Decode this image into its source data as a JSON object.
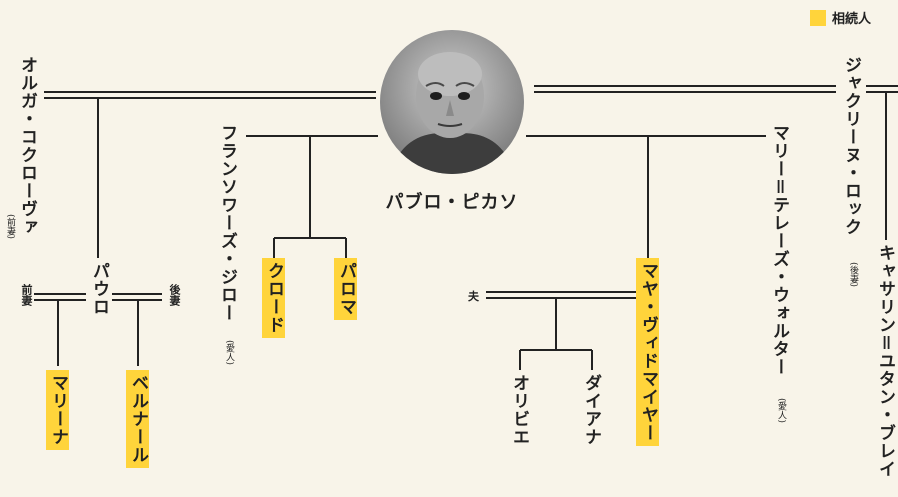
{
  "legend": {
    "label": "相続人",
    "color": "#ffd43b"
  },
  "center": {
    "name": "パブロ・ピカソ",
    "photo": "portrait-photo"
  },
  "people": {
    "olga": {
      "name": "オルガ・コクローヴァ",
      "note": "(前妻)"
    },
    "paulo": {
      "name": "パウロ"
    },
    "paulo_ex": {
      "tag": "前妻"
    },
    "paulo_later": {
      "tag": "後妻"
    },
    "marina": {
      "name": "マリーナ",
      "heir": true
    },
    "bernard": {
      "name": "ベルナール",
      "heir": true
    },
    "francoise": {
      "name": "フランソワーズ・ジロー",
      "note": "(愛人)"
    },
    "claude": {
      "name": "クロード",
      "heir": true
    },
    "paloma": {
      "name": "パロマ",
      "heir": true
    },
    "maya_husband": {
      "tag": "夫"
    },
    "olivier": {
      "name": "オリビエ"
    },
    "diana": {
      "name": "ダイアナ"
    },
    "maya": {
      "name": "マヤ・ヴィドマイヤー",
      "heir": true
    },
    "marie_therese": {
      "name": "マリー＝テレーズ・ウォルター",
      "note": "(愛人)"
    },
    "jacqueline": {
      "name": "ジャクリーヌ・ロック",
      "note": "(後妻)"
    },
    "catherine": {
      "name": "キャサリン＝ユタン・ブレイ"
    }
  }
}
